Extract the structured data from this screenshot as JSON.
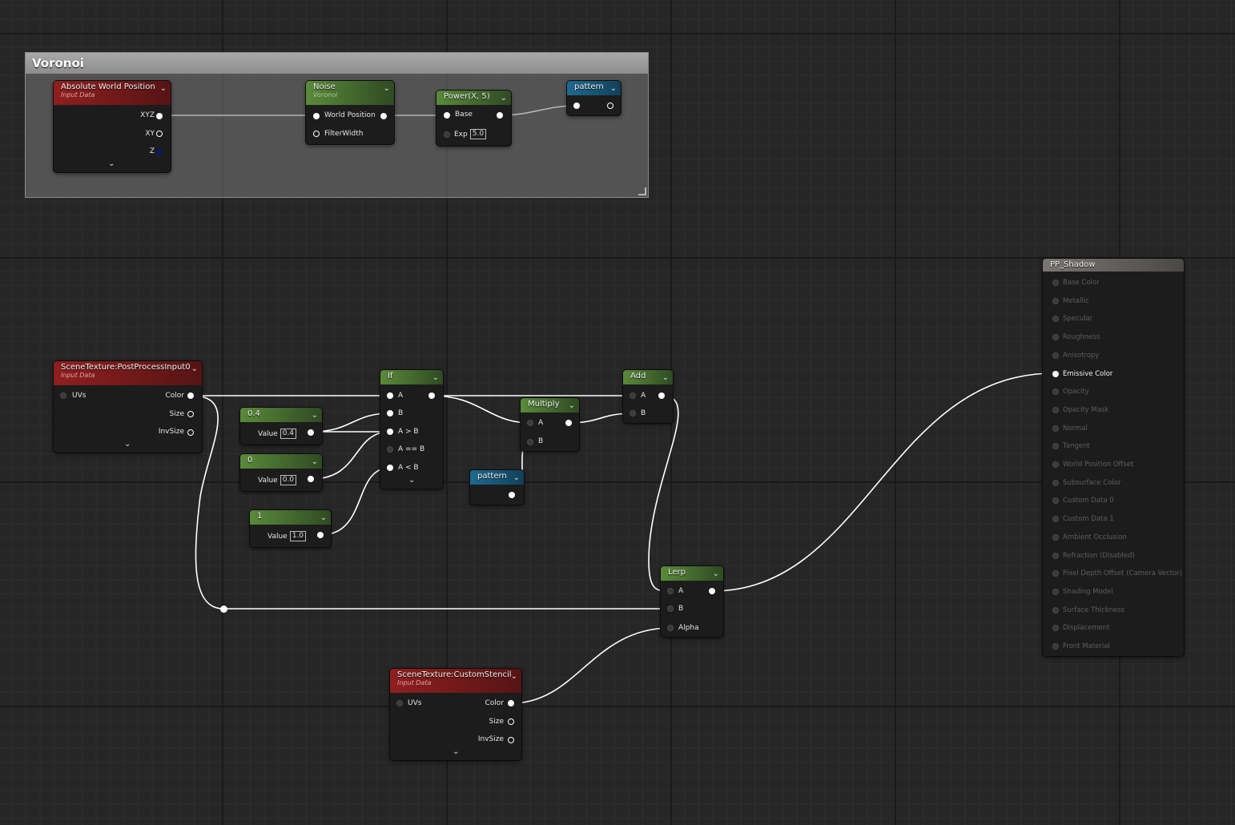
{
  "comment_box": {
    "title": "Voronoi"
  },
  "nodes": {
    "abs_world_pos": {
      "title": "Absolute World Position",
      "subtitle": "Input Data",
      "outputs": [
        "XYZ",
        "XY",
        "Z"
      ]
    },
    "noise": {
      "title": "Noise",
      "subtitle": "Voronoi",
      "inputs": [
        "World Position",
        "FilterWidth"
      ]
    },
    "power": {
      "title": "Power(X, 5)",
      "inputs": [
        "Base",
        "Exp"
      ],
      "exp_value": "5.0"
    },
    "pattern_top": {
      "title": "pattern"
    },
    "scene_tex_pp": {
      "title": "SceneTexture:PostProcessInput0",
      "subtitle": "Input Data",
      "inputs": [
        "UVs"
      ],
      "outputs": [
        "Color",
        "Size",
        "InvSize"
      ]
    },
    "const_04": {
      "title": "0.4",
      "label": "Value",
      "value": "0.4"
    },
    "const_0": {
      "title": "0",
      "label": "Value",
      "value": "0.0"
    },
    "const_1": {
      "title": "1",
      "label": "Value",
      "value": "1.0"
    },
    "if_node": {
      "title": "If",
      "inputs": [
        "A",
        "B",
        "A > B",
        "A == B",
        "A < B"
      ]
    },
    "multiply": {
      "title": "Multiply",
      "inputs": [
        "A",
        "B"
      ]
    },
    "pattern_bottom": {
      "title": "pattern"
    },
    "add": {
      "title": "Add",
      "inputs": [
        "A",
        "B"
      ]
    },
    "lerp": {
      "title": "Lerp",
      "inputs": [
        "A",
        "B",
        "Alpha"
      ]
    },
    "scene_tex_stencil": {
      "title": "SceneTexture:CustomStencil",
      "subtitle": "Input Data",
      "inputs": [
        "UVs"
      ],
      "outputs": [
        "Color",
        "Size",
        "InvSize"
      ]
    }
  },
  "material_output": {
    "title": "PP_Shadow",
    "pins": [
      {
        "label": "Base Color",
        "active": false
      },
      {
        "label": "Metallic",
        "active": false
      },
      {
        "label": "Specular",
        "active": false
      },
      {
        "label": "Roughness",
        "active": false
      },
      {
        "label": "Anisotropy",
        "active": false
      },
      {
        "label": "Emissive Color",
        "active": true
      },
      {
        "label": "Opacity",
        "active": false
      },
      {
        "label": "Opacity Mask",
        "active": false
      },
      {
        "label": "Normal",
        "active": false
      },
      {
        "label": "Tangent",
        "active": false
      },
      {
        "label": "World Position Offset",
        "active": false
      },
      {
        "label": "Subsurface Color",
        "active": false
      },
      {
        "label": "Custom Data 0",
        "active": false
      },
      {
        "label": "Custom Data 1",
        "active": false
      },
      {
        "label": "Ambient Occlusion",
        "active": false
      },
      {
        "label": "Refraction (Disabled)",
        "active": false
      },
      {
        "label": "Pixel Depth Offset (Camera Vector)",
        "active": false
      },
      {
        "label": "Shading Model",
        "active": false
      },
      {
        "label": "Surface Thickness",
        "active": false
      },
      {
        "label": "Displacement",
        "active": false
      },
      {
        "label": "Front Material",
        "active": false
      }
    ]
  },
  "icons": {
    "dropdown": "chevron-down-icon",
    "expand": "chevron-down-icon",
    "resize": "resize-handle-icon"
  }
}
